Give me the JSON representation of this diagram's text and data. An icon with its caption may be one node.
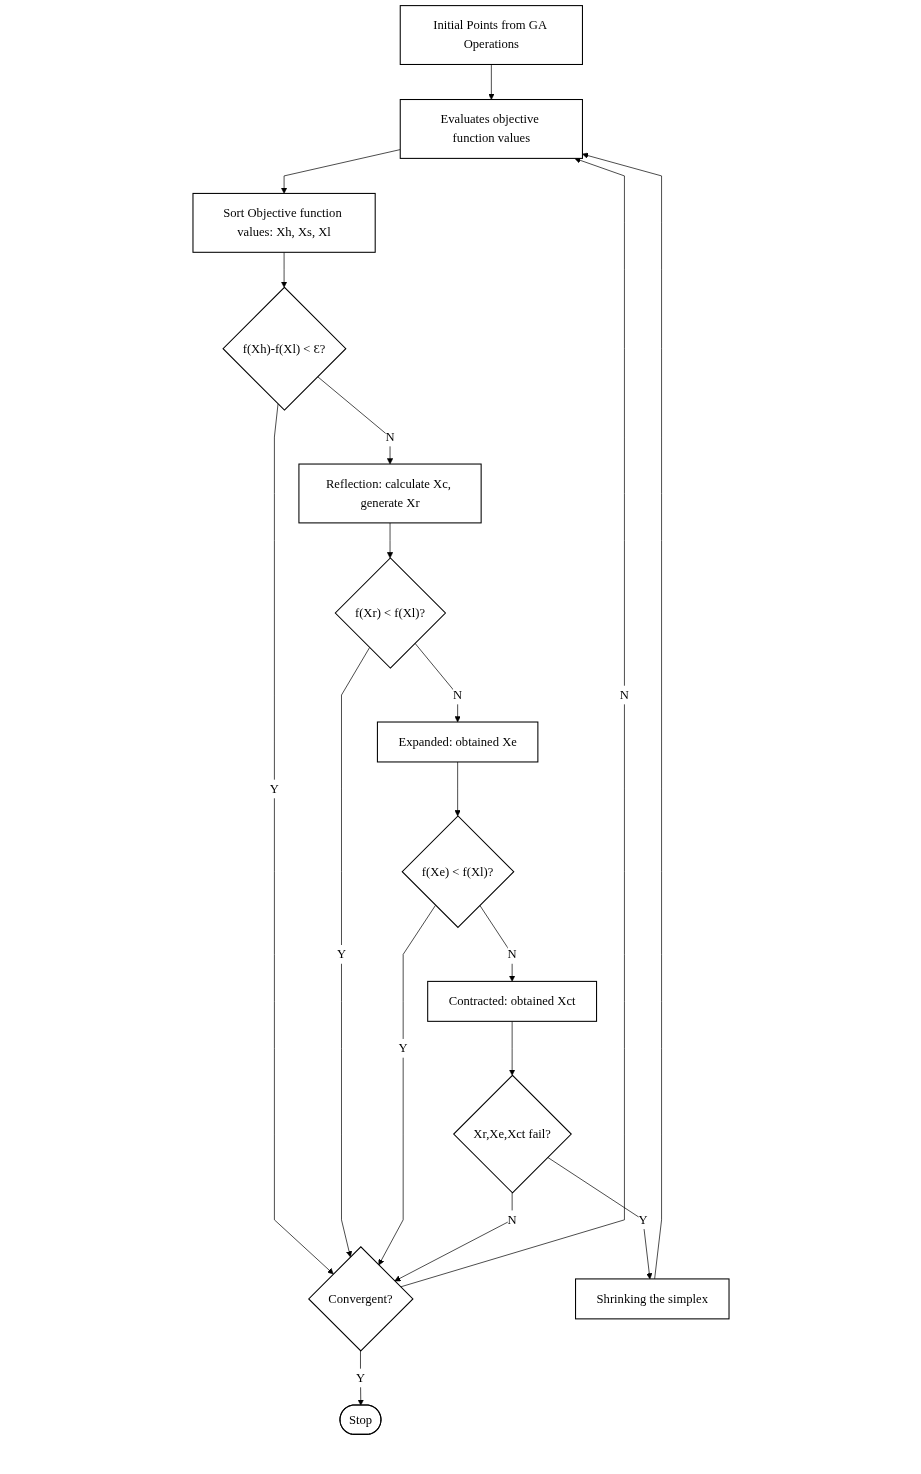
{
  "diagram": {
    "nodes": [
      {
        "text": [
          "Initial Points from GA Operations"
        ]
      },
      {
        "text": [
          "Evaluates objective function values"
        ]
      },
      {
        "text": [
          "Sort Objective function values: Xh, Xs, Xl"
        ]
      },
      {
        "text": [
          "f(Xh)-f(Xl) < Ɛ?"
        ]
      },
      {
        "text": [
          "Reflection: calculate Xc, generate Xr"
        ]
      },
      {
        "text": [
          "f(Xr) < f(Xl)?"
        ]
      },
      {
        "text": [
          "Expanded: obtained Xe"
        ]
      },
      {
        "text": [
          "f(Xe) < f(Xl)?"
        ]
      },
      {
        "text": [
          "Contracted: obtained Xct"
        ]
      },
      {
        "text": [
          "Xr,Xe,Xct fail?"
        ]
      },
      {
        "text": [
          "Convergent?"
        ]
      },
      {
        "text": [
          "Shrinking the simplex"
        ]
      },
      {
        "text": [
          "Stop"
        ]
      }
    ],
    "edges": [
      {
        "from": 0,
        "to": 1,
        "arrow": "to"
      },
      {
        "from": 1,
        "to": 2,
        "arrow": "to"
      },
      {
        "from": 2,
        "to": 3,
        "arrow": "to"
      },
      {
        "from": 3,
        "to": 4,
        "arrow": "to",
        "label": "N"
      },
      {
        "from": 3,
        "to": 10,
        "arrow": "to",
        "label": "Y"
      },
      {
        "from": 4,
        "to": 5,
        "arrow": "to"
      },
      {
        "from": 5,
        "to": 10,
        "arrow": "to",
        "label": "Y"
      },
      {
        "from": 5,
        "to": 6,
        "arrow": "to",
        "label": "N"
      },
      {
        "from": 6,
        "to": 7,
        "arrow": "to"
      },
      {
        "from": 7,
        "to": 10,
        "arrow": "to",
        "label": "Y"
      },
      {
        "from": 7,
        "to": 8,
        "arrow": "to",
        "label": "N"
      },
      {
        "from": 8,
        "to": 9,
        "arrow": "to"
      },
      {
        "from": 9,
        "to": 10,
        "arrow": "to",
        "label": "N"
      },
      {
        "from": 9,
        "to": 11,
        "arrow": "to",
        "label": "Y"
      },
      {
        "from": 10,
        "to": 12,
        "arrow": "to",
        "label": "Y"
      },
      {
        "from": 10,
        "to": 1,
        "arrow": "to",
        "label": "N"
      },
      {
        "from": 11,
        "to": 1,
        "arrow": "to"
      }
    ]
  }
}
